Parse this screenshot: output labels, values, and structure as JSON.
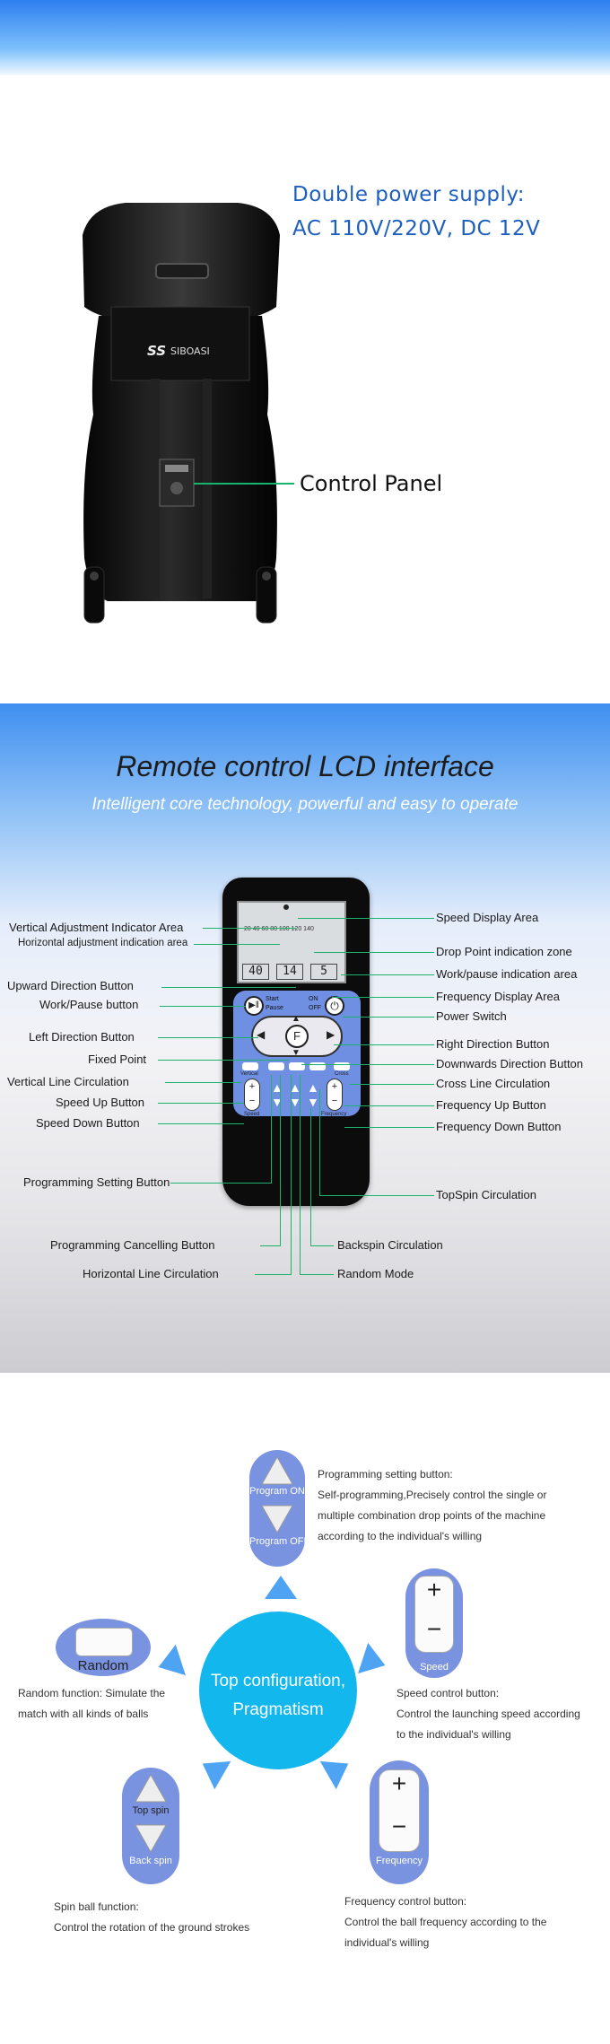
{
  "section1": {
    "power_line1": "Double power supply:",
    "power_line2": "AC 110V/220V, DC 12V",
    "brand": "SIBOASI",
    "brand_logo": "SS",
    "control_panel_label": "Control Panel"
  },
  "section2": {
    "title": "Remote control LCD interface",
    "subtitle": "Intelligent core technology, powerful and easy to operate",
    "lcd": {
      "scale_ticks": "20 40 60 80 100 120 140",
      "speed": "40",
      "drop_point": "14",
      "frequency": "5"
    },
    "remote_button_f": "F",
    "remote_texts": {
      "start": "Start",
      "pause": "Pause",
      "on": "ON",
      "off": "OFF",
      "vertical": "Vertical",
      "cross": "Cross",
      "speed": "Speed",
      "frequency": "Frequency",
      "plus": "+",
      "minus": "−"
    },
    "left_labels": {
      "vertical_adjustment": "Vertical Adjustment Indicator Area",
      "horizontal_adjustment": "Horizontal adjustment indication area",
      "upward_direction": "Upward Direction Button",
      "work_pause": "Work/Pause button",
      "left_direction": "Left Direction Button",
      "fixed_point": "Fixed Point",
      "vertical_line": "Vertical  Line Circulation",
      "speed_up": "Speed Up Button",
      "speed_down": "Speed Down Button",
      "programming_setting": "Programming Setting Button",
      "programming_cancelling": "Programming Cancelling Button",
      "horizontal_line": "Horizontal Line Circulation"
    },
    "right_labels": {
      "speed_display": "Speed Display Area",
      "drop_point_zone": "Drop Point indication zone",
      "work_pause_area": "Work/pause indication area",
      "frequency_display": "Frequency Display Area",
      "power_switch": "Power Switch",
      "right_direction": "Right Direction Button",
      "downwards_direction": "Downwards Direction Button",
      "cross_line": "Cross Line Circulation",
      "frequency_up": "Frequency Up Button",
      "frequency_down": "Frequency Down Button",
      "topspin": "TopSpin Circulation",
      "backspin": "Backspin Circulation",
      "random_mode": "Random Mode"
    }
  },
  "section3": {
    "center_line1": "Top configuration,",
    "center_line2": "Pragmatism",
    "program": {
      "on_label": "Program ON",
      "off_label": "Program OFF",
      "title": "Programming setting button:",
      "desc1": "Self-programming,Precisely control the single or",
      "desc2": "multiple combination drop points of the machine",
      "desc3": "according to the individual's willing"
    },
    "speed": {
      "label": "Speed",
      "plus": "+",
      "minus": "−",
      "title": "Speed control button:",
      "desc1": "Control the launching speed according",
      "desc2": "to the individual's willing"
    },
    "random": {
      "label": "Random",
      "desc1": "Random function: Simulate the",
      "desc2": "match with all kinds of balls"
    },
    "spin": {
      "top_label": "Top spin",
      "back_label": "Back spin",
      "title": "Spin ball function:",
      "desc1": "Control the rotation of the ground strokes"
    },
    "frequency": {
      "label": "Frequency",
      "plus": "+",
      "minus": "−",
      "title": "Frequency control button:",
      "desc1": "Control the ball frequency according to the",
      "desc2": "individual's willing"
    }
  },
  "colors": {
    "power_text": "#1d5fbf",
    "leader_green": "#19b36b",
    "remote_blue": "#6f8fe3",
    "center_circle": "#12b7ee",
    "oval_blue": "#7a93e0",
    "triangle_blue": "#4ea3f2"
  }
}
